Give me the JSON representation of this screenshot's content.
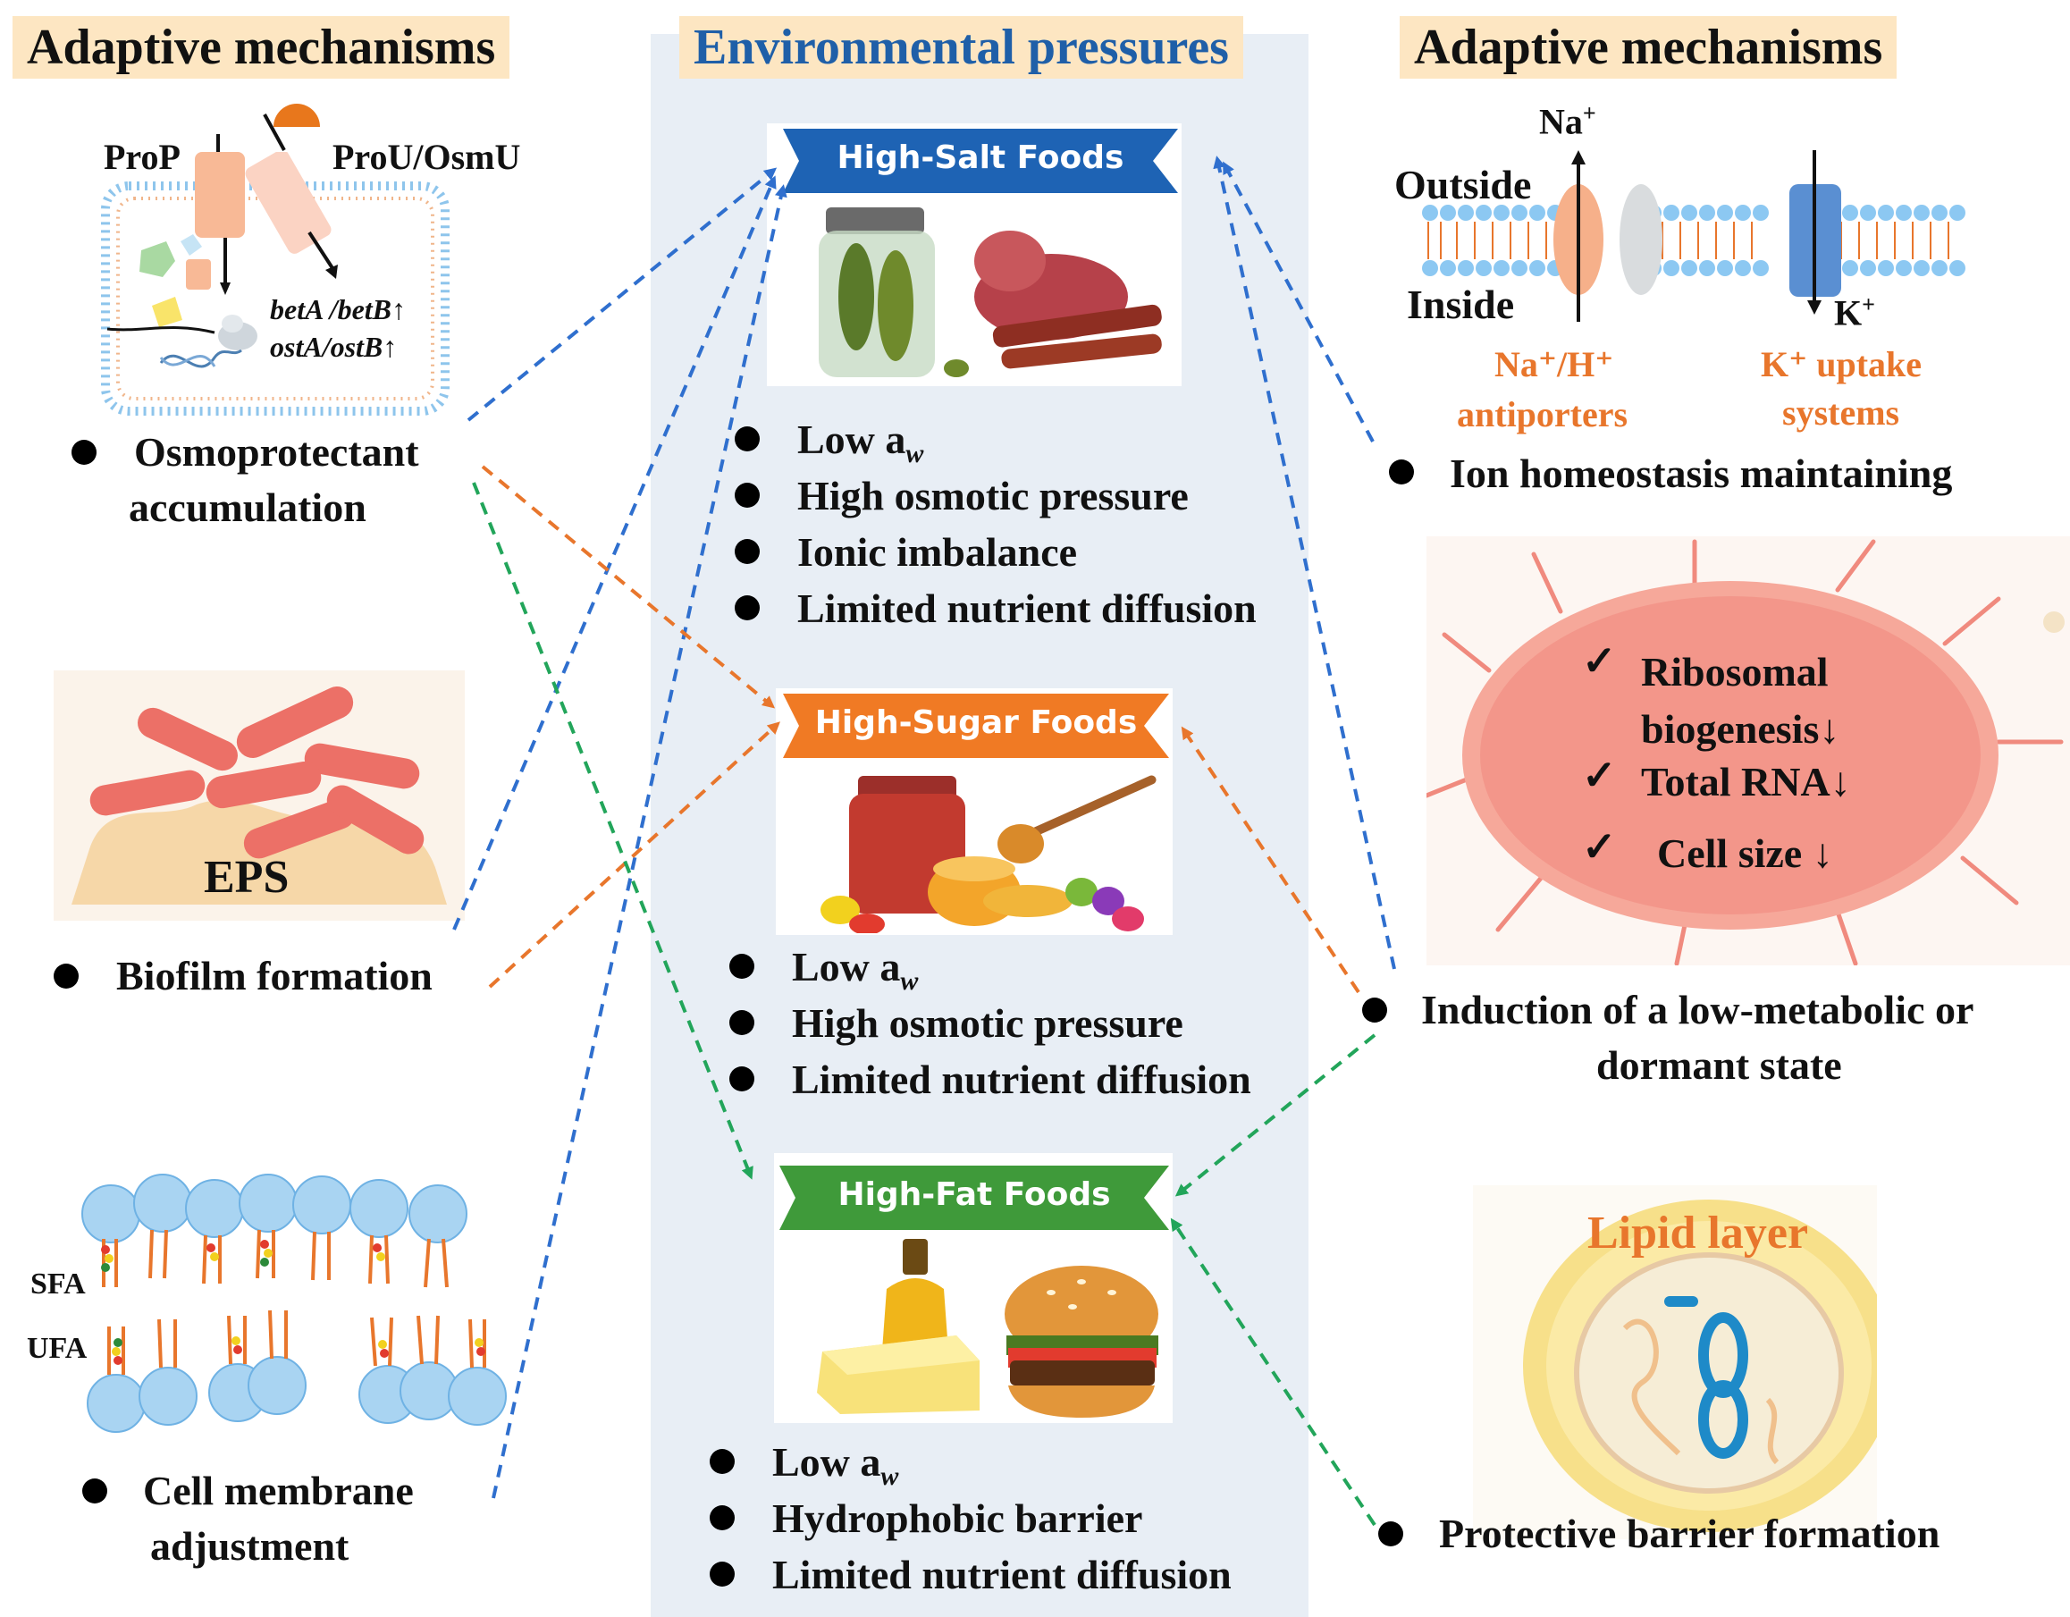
{
  "headers": {
    "left": "Adaptive mechanisms",
    "center": "Environmental pressures",
    "right": "Adaptive mechanisms"
  },
  "colors": {
    "header_bg": "#fde6c2",
    "center_panel": "#e8eef5",
    "center_title": "#1f5fa8",
    "salt_banner": "#1e63b4",
    "sugar_banner": "#f07a24",
    "fat_banner": "#3f9a3a",
    "arrow_blue": "#2f6fce",
    "arrow_orange": "#e8762c",
    "arrow_green": "#22a55a",
    "accent_orange": "#e8762c",
    "cell_fill": "#f6a89a"
  },
  "left": {
    "osmo": {
      "prop_label": "ProP",
      "prou_label": "ProU/OsmU",
      "gene1": "betA /betB↑",
      "gene2": "ostA/ostB↑",
      "mechanism_line1": "Osmoprotectant",
      "mechanism_line2": "accumulation"
    },
    "biofilm": {
      "eps_label": "EPS",
      "mechanism": "Biofilm formation"
    },
    "membrane": {
      "sfa_label": "SFA",
      "ufa_label": "UFA",
      "mechanism_line1": "Cell membrane",
      "mechanism_line2": "adjustment"
    }
  },
  "center": {
    "salt": {
      "banner": "High-Salt Foods",
      "pressures": [
        "Low a",
        "High osmotic pressure",
        "Ionic imbalance",
        "Limited nutrient diffusion"
      ]
    },
    "sugar": {
      "banner": "High-Sugar Foods",
      "pressures": [
        "Low a",
        "High osmotic pressure",
        "Limited nutrient diffusion"
      ]
    },
    "fat": {
      "banner": "High-Fat Foods",
      "pressures": [
        "Low a",
        "Hydrophobic barrier",
        "Limited nutrient diffusion"
      ]
    },
    "aw_subscript": "w"
  },
  "right": {
    "ion": {
      "outside": "Outside",
      "inside": "Inside",
      "na": "Na",
      "k": "K",
      "plus": "+",
      "antiporter_line1": "Na⁺/H⁺",
      "antiporter_line2": "antiporters",
      "uptake_line1": "K⁺ uptake",
      "uptake_line2": "systems",
      "mechanism": "Ion homeostasis maintaining"
    },
    "dormant": {
      "checks": [
        "Ribosomal biogenesis↓",
        "Total RNA↓",
        "Cell size ↓"
      ],
      "check_mark": "✓",
      "mechanism_line1": "Induction of a low-metabolic or",
      "mechanism_line2": "dormant state"
    },
    "lipid": {
      "label": "Lipid layer",
      "mechanism": "Protective barrier formation"
    }
  }
}
